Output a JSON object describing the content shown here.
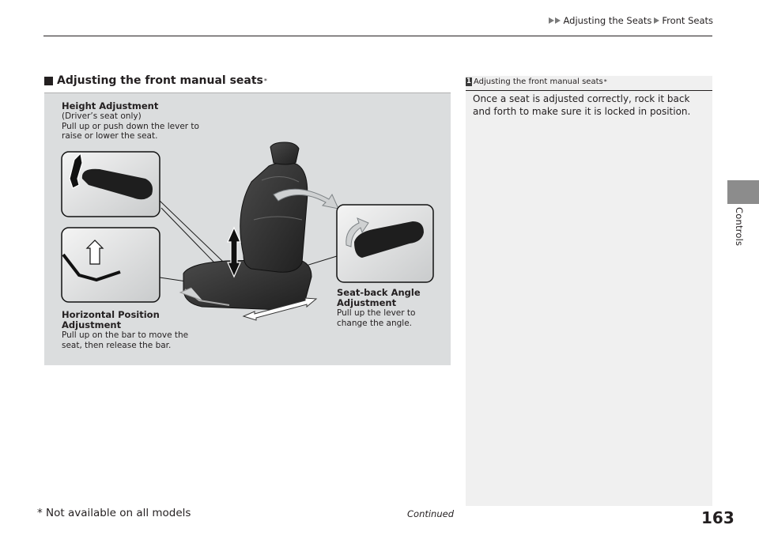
{
  "header": {
    "breadcrumb": [
      "Adjusting the Seats",
      "Front Seats"
    ]
  },
  "side_tab": {
    "label": "Controls"
  },
  "section": {
    "title": "Adjusting the front manual seats",
    "asterisk": "*"
  },
  "figure": {
    "height_adjustment": {
      "title": "Height Adjustment",
      "lines": [
        "(Driver’s seat only)",
        "Pull up or push down the lever to",
        "raise or lower the seat."
      ]
    },
    "horizontal_adjustment": {
      "title_lines": [
        "Horizontal Position",
        "Adjustment"
      ],
      "lines": [
        "Pull up on the bar to move the",
        "seat, then release the bar."
      ]
    },
    "seatback_adjustment": {
      "title_lines": [
        "Seat-back Angle",
        "Adjustment"
      ],
      "lines": [
        "Pull up the lever to",
        "change the angle."
      ]
    }
  },
  "note": {
    "badge": "1",
    "title": "Adjusting the front manual seats",
    "asterisk": "*",
    "body": "Once a seat is adjusted correctly, rock it back and forth to make sure it is locked in position."
  },
  "footer": {
    "footnote": "* Not available on all models",
    "continued": "Continued",
    "page_number": "163"
  }
}
